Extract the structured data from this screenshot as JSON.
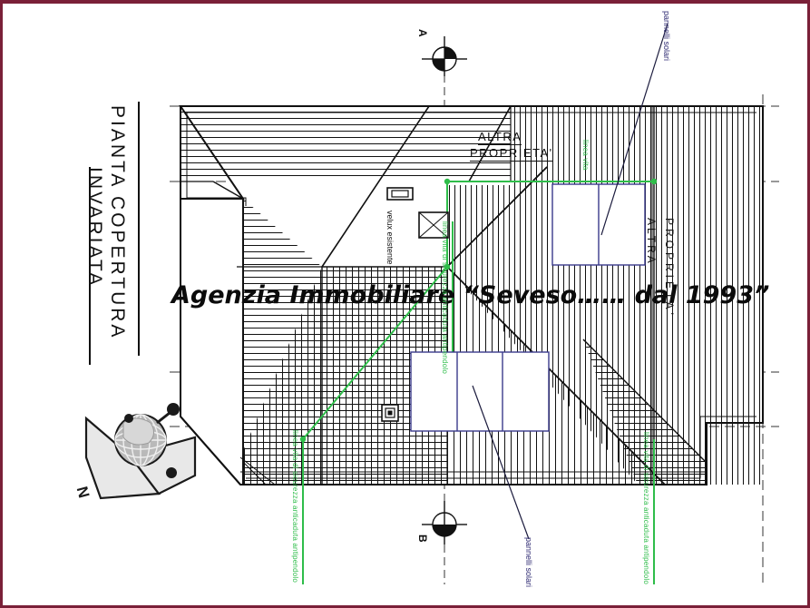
{
  "document": {
    "type": "architectural-roof-plan",
    "title_line_1": "PIANTA COPERTURA",
    "title_line_2": "INVARIATA"
  },
  "watermark": {
    "text": "Agenzia Immobiliare “Seveso…… dal 1993”"
  },
  "plan_labels": {
    "altra_proprieta_top_line1": "ALTRA",
    "altra_proprieta_top_line2": "PROPRIETA'",
    "altra_proprieta_right_line1": "ALTRA",
    "altra_proprieta_right_line2": "PROPRIETA'",
    "velux": "velux esistente",
    "section_marker_a": "A",
    "section_marker_b": "B",
    "north": "N"
  },
  "annotations_green": {
    "linea_vita": "linea vita",
    "left_safety_line": "linea vita di sicurezza anticaduta antipendolo",
    "mid_safety_line": "linea vita di sicurezza anticaduta antipendolo",
    "right_safety_line": "linea vita di sicurezza anticaduta antipendolo"
  },
  "annotations_blue": {
    "solar_panels_top": "pannelli solari",
    "solar_panels_bottom": "pannelli solari"
  },
  "colors": {
    "border": "#7a2038",
    "line_work": "#111111",
    "safety_line": "#2fbd4a",
    "solar_panel_outline": "#3a3a8c",
    "leader_text": "#2e2a72"
  },
  "icons": {
    "north_arrow": "compass-north-arrow-globe",
    "section_marker": "section-cut-marker"
  }
}
